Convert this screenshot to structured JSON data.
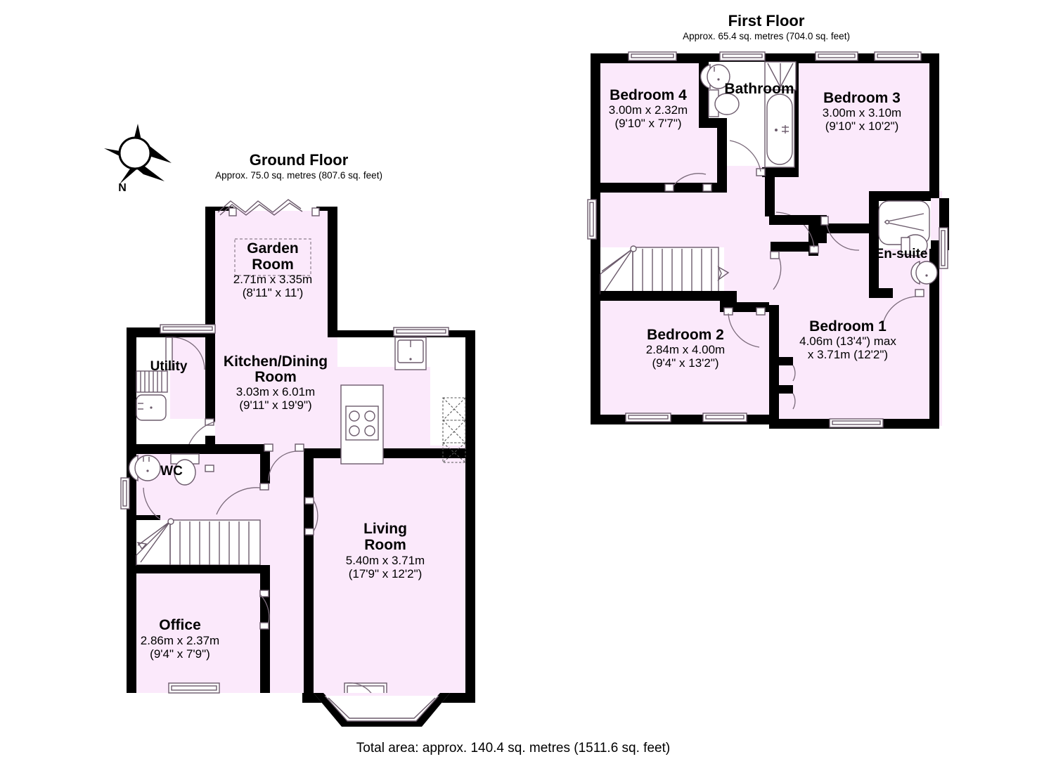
{
  "document": {
    "type": "floor-plan",
    "total_area": "Total area: approx. 140.4 sq. metres (1511.6 sq. feet)",
    "compass_label": "N",
    "colors": {
      "room_fill": "#FBE9FB",
      "wall": "#000000",
      "fixture_stroke": "#6B5A6B",
      "background": "#FFFFFF"
    }
  },
  "floors": [
    {
      "id": "ground-floor",
      "title": "Ground Floor",
      "subtitle": "Approx. 75.0 sq. metres (807.6 sq. feet)",
      "rooms": [
        {
          "id": "garden-room",
          "name_line1": "Garden",
          "name_line2": "Room",
          "dim_metric": "2.71m x 3.35m",
          "dim_imperial": "(8'11\" x 11')"
        },
        {
          "id": "kitchen-dining-room",
          "name_line1": "Kitchen/Dining",
          "name_line2": "Room",
          "dim_metric": "3.03m x 6.01m",
          "dim_imperial": "(9'11\" x 19'9\")"
        },
        {
          "id": "living-room",
          "name_line1": "Living",
          "name_line2": "Room",
          "dim_metric": "5.40m x 3.71m",
          "dim_imperial": "(17'9\" x 12'2\")"
        },
        {
          "id": "office",
          "name_line1": "Office",
          "name_line2": "",
          "dim_metric": "2.86m x 2.37m",
          "dim_imperial": "(9'4\" x 7'9\")"
        },
        {
          "id": "utility",
          "name_line1": "Utility",
          "name_line2": "",
          "dim_metric": "",
          "dim_imperial": ""
        },
        {
          "id": "wc",
          "name_line1": "WC",
          "name_line2": "",
          "dim_metric": "",
          "dim_imperial": ""
        }
      ]
    },
    {
      "id": "first-floor",
      "title": "First Floor",
      "subtitle": "Approx. 65.4 sq. metres (704.0 sq. feet)",
      "rooms": [
        {
          "id": "bedroom-4",
          "name_line1": "Bedroom 4",
          "name_line2": "",
          "dim_metric": "3.00m x 2.32m",
          "dim_imperial": "(9'10\" x 7'7\")"
        },
        {
          "id": "bathroom",
          "name_line1": "Bathroom",
          "name_line2": "",
          "dim_metric": "",
          "dim_imperial": ""
        },
        {
          "id": "bedroom-3",
          "name_line1": "Bedroom 3",
          "name_line2": "",
          "dim_metric": "3.00m x 3.10m",
          "dim_imperial": "(9'10\" x 10'2\")"
        },
        {
          "id": "en-suite",
          "name_line1": "En-suite",
          "name_line2": "",
          "dim_metric": "",
          "dim_imperial": ""
        },
        {
          "id": "bedroom-2",
          "name_line1": "Bedroom 2",
          "name_line2": "",
          "dim_metric": "2.84m x 4.00m",
          "dim_imperial": "(9'4\" x 13'2\")"
        },
        {
          "id": "bedroom-1",
          "name_line1": "Bedroom 1",
          "name_line2": "",
          "dim_metric": "4.06m (13'4\") max",
          "dim_imperial": "x 3.71m (12'2\")"
        }
      ]
    }
  ]
}
